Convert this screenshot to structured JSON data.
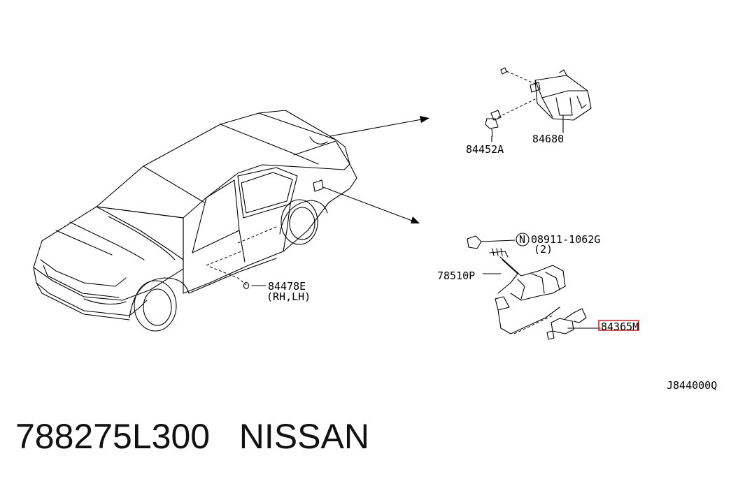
{
  "parts": {
    "p84452A": "84452A",
    "p84680": "84680",
    "p08911": "08911-1062G",
    "p08911_qty": "(2)",
    "p08911_prefix": "N",
    "p78510P": "78510P",
    "p84365M": "84365M",
    "p84478E": "84478E",
    "p84478E_side": "(RH,LH)"
  },
  "diagram_code": "J844000Q",
  "footer": {
    "part_number": "788275L300",
    "brand": "NISSAN"
  },
  "colors": {
    "highlight_box": "#e0201e",
    "lines": "#000000"
  }
}
